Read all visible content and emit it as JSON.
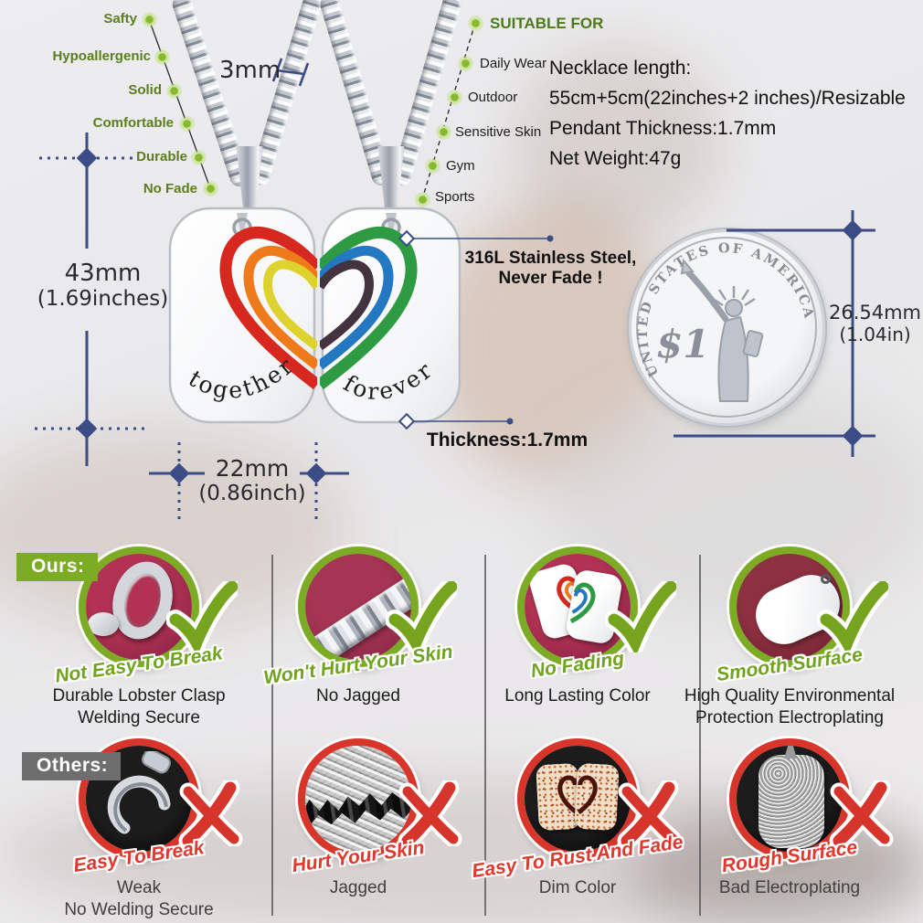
{
  "colors": {
    "green": "#7cab24",
    "green_tag": "#6fa320",
    "red": "#d8352b",
    "red_tag": "#e0382d",
    "measure_blue": "#3c4c86",
    "feature_green": "#5c7d1f",
    "suitable_green": "#4e7a1d",
    "gray_badge": "#6e6e6e"
  },
  "features": {
    "items": [
      "Safty",
      "Hypoallergenic",
      "Solid",
      "Comfortable",
      "Durable",
      "No Fade"
    ]
  },
  "chain": {
    "width_label": "3mm"
  },
  "suitable": {
    "title": "SUITABLE FOR",
    "items": [
      "Daily Wear",
      "Outdoor",
      "Sensitive Skin",
      "Gym",
      "Sports"
    ]
  },
  "specs": {
    "lines": [
      "Necklace length:",
      "55cm+5cm(22inches+2 inches)/Resizable",
      "Pendant Thickness:1.7mm",
      "Net Weight:47g"
    ]
  },
  "pendants": {
    "left_text": "together",
    "right_text": "forever"
  },
  "notes": {
    "material": "316L Stainless Steel,\nNever Fade !",
    "thickness": "Thickness:1.7mm"
  },
  "measurements": {
    "height": "43mm",
    "height_in": "(1.69inches)",
    "width": "22mm",
    "width_in": "(0.86inch)",
    "coin_mm": "26.54mm",
    "coin_in": "(1.04in)"
  },
  "coin": {
    "rim_text": "UNITED STATES OF AMERICA",
    "denomination": "$1"
  },
  "comparison": {
    "ours_label": "Ours:",
    "others_label": "Others:",
    "ours": [
      {
        "tag": "Not Easy To Break",
        "desc": "Durable Lobster Clasp\nWelding Secure"
      },
      {
        "tag": "Won't Hurt Your Skin",
        "desc": "No Jagged"
      },
      {
        "tag": "No Fading",
        "desc": "Long Lasting Color"
      },
      {
        "tag": "Smooth Surface",
        "desc": "High Quality Environmental\nProtection Electroplating"
      }
    ],
    "others": [
      {
        "tag": "Easy To Break",
        "desc": "Weak\nNo Welding Secure"
      },
      {
        "tag": "Hurt Your Skin",
        "desc": "Jagged"
      },
      {
        "tag": "Easy To Rust And Fade",
        "desc": "Dim Color"
      },
      {
        "tag": "Rough Surface",
        "desc": "Bad Electroplating"
      }
    ]
  }
}
